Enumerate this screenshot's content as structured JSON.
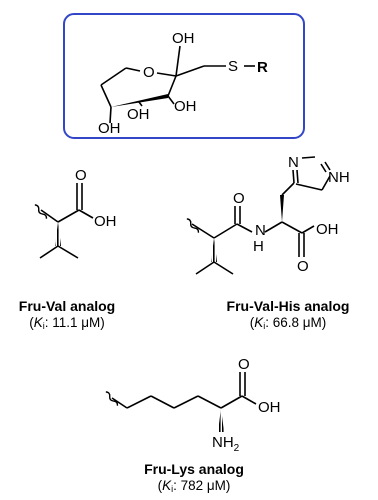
{
  "core": {
    "frame_color": "#3346c8",
    "atoms": {
      "oh_anomeric": "OH",
      "sulfur": "S",
      "r_group": "R",
      "ring_oxygen": "O",
      "oh_c3": "OH",
      "oh_c4": "OH",
      "oh_c5": "OH"
    }
  },
  "val": {
    "atoms": {
      "carbonyl_o": "O",
      "oh": "OH"
    },
    "name": "Fru-Val analog",
    "ki_open": "(",
    "ki_symbol": "K",
    "ki_sub": "i",
    "ki_value": ": 11.1 μM)"
  },
  "valhis": {
    "atoms": {
      "imidazole_n1": "N",
      "imidazole_nh": "NH",
      "carbonyl_o1": "O",
      "amide_nh": "H",
      "amide_n": "N",
      "acid_oh": "OH",
      "acid_o": "O"
    },
    "name": "Fru-Val-His analog",
    "ki_open": "(",
    "ki_symbol": "K",
    "ki_sub": "i",
    "ki_value": ": 66.8 μM)"
  },
  "lys": {
    "atoms": {
      "carbonyl_o": "O",
      "oh": "OH",
      "nh": "NH",
      "nh_sub": "2"
    },
    "name": "Fru-Lys analog",
    "ki_open": "(",
    "ki_symbol": "K",
    "ki_sub": "i",
    "ki_value": ": 782 μM)"
  }
}
